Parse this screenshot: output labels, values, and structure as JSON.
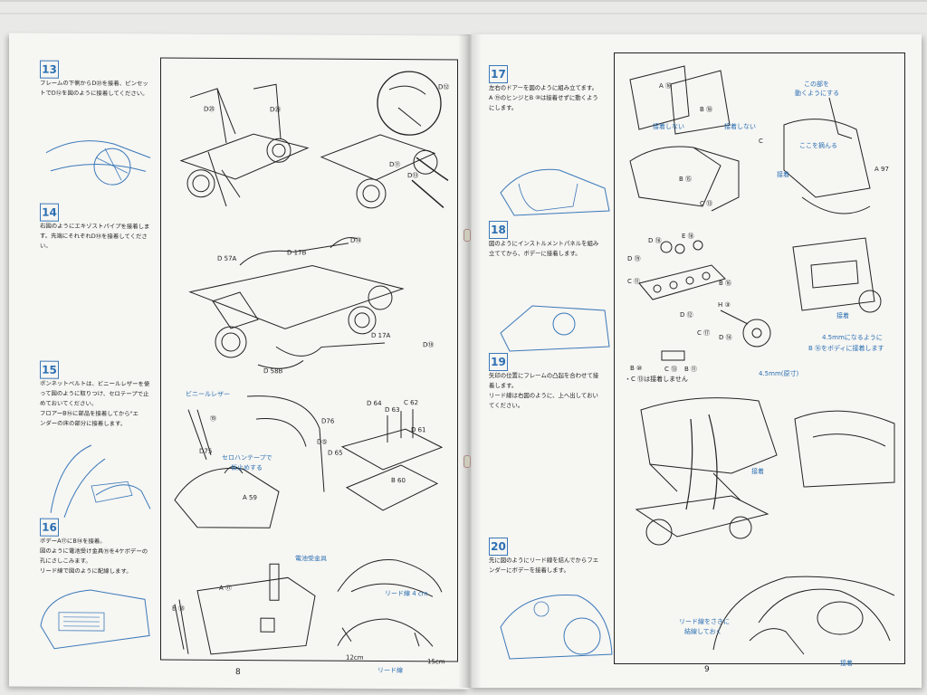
{
  "left_page": {
    "page_number": "8",
    "steps": [
      {
        "number": "13",
        "lines": [
          "フレームの下側からD㉕を接着、ピンセッ",
          "トでD⑫を図のように接着してください。"
        ]
      },
      {
        "number": "14",
        "lines": [
          "右図のようにエキゾストパイプを接着しま",
          "す。先端にそれぞれD⑱を接着してくださ",
          "い。"
        ]
      },
      {
        "number": "15",
        "lines": [
          "ボンネットベルトは、ビニールレザーを使",
          "って図のように取りつけ、セロテープで止",
          "めておいてください。",
          "フロアーB⑯に部品を接着してから\"エ",
          "ンダーの床の部分に接着します。"
        ]
      },
      {
        "number": "16",
        "lines": [
          "ボデーA⑰にB⑱を接着。",
          "図のように電池受け金具⑲を4ケボデーの",
          "孔にさしこみます。",
          "リード線で図のように配線します。"
        ]
      }
    ],
    "labels": {
      "d25": "D㉕",
      "d12": "D⑫",
      "d11": "D⑪",
      "d13": "D⑬",
      "d18a": "D⑱",
      "d57a": "D 57A",
      "d17b": "D 17B",
      "d17a": "D 17A",
      "d18b": "D⑱",
      "d58b": "D 58B",
      "vinyl": "ビニールレザー",
      "n19": "⑲",
      "d75": "D75",
      "d76": "D76",
      "d5": "D⑤",
      "tape": "セロハンテープで",
      "tape2": "仮止めする",
      "a59": "A 59",
      "d64": "D 64",
      "d63": "D 63",
      "c62": "C 62",
      "d61": "D 61",
      "d65": "D 65",
      "b60": "B 60",
      "battery": "電池受金具",
      "a77": "A ⑰",
      "b78": "B ⑱",
      "lead4": "リード線 4 cm",
      "len12": "12cm",
      "len15": "15cm",
      "lead": "リード線"
    }
  },
  "right_page": {
    "page_number": "9",
    "steps": [
      {
        "number": "17",
        "lines": [
          "左右のドアーを図のように組み立てます。",
          "A ⑲のヒンジとB ⑩は接着せずに動くよう",
          "にします。"
        ]
      },
      {
        "number": "18",
        "lines": [
          "図のようにインストルメントパネルを組み",
          "立ててから、ボデーに接着します。"
        ]
      },
      {
        "number": "19",
        "lines": [
          "矢印の位置にフレームの凸起を合わせて接",
          "着します。",
          "リード線は右図のように、上へ出しておい",
          "てください。"
        ]
      },
      {
        "number": "20",
        "lines": [
          "先に図のようにリード線を結んでからフエ",
          "ンダーにボデーを接着します。"
        ]
      }
    ],
    "labels": {
      "a96": "A ⑯",
      "b98": "B ⑱",
      "not_glue1": "接着しない",
      "c": "C",
      "not_glue2": "接着しない",
      "b95": "B ⑮",
      "c93": "C ⑬",
      "move": "この部を",
      "move2": "動くようにする",
      "pinch": "ここを摘んる",
      "glue": "接着",
      "a97": "A 97",
      "d88": "D ⑱",
      "e88": "E ⑱",
      "d89": "D ⑲",
      "c91": "C ⑪",
      "b86": "B ⑯",
      "h": "H ③",
      "d92": "D ⑫",
      "c87": "C ⑰",
      "d94": "D ⑭",
      "b90": "B ⑩",
      "c93b": "C ⑬",
      "b91": "B ⑪",
      "c93c": "・C ⑬は接着しません",
      "mm45a": "4.5mmになるように",
      "mm45b": "B ⑯をボディに接着します",
      "mm45c": "4.5mm(原寸)",
      "glue2": "接着",
      "glue3": "接着",
      "tie": "リード線をさきに",
      "tie2": "結線しておく",
      "glue4": "接着"
    }
  }
}
